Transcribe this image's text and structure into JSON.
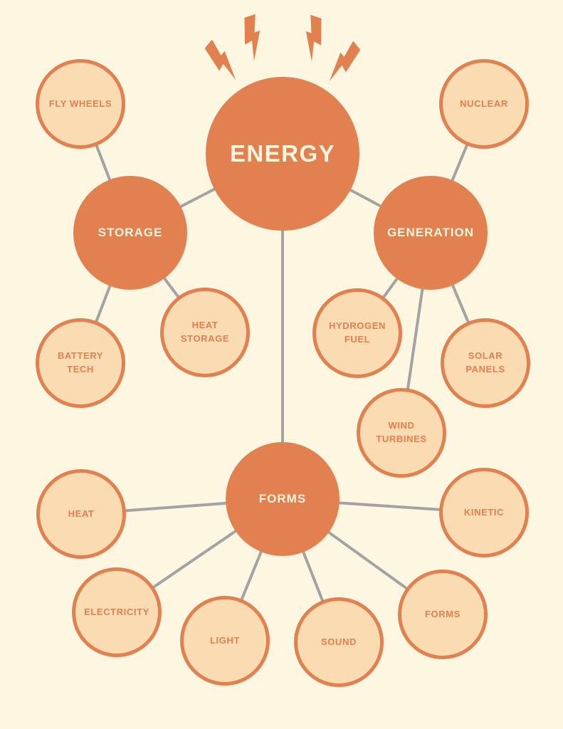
{
  "diagram": {
    "title": "Energy mind map",
    "colors": {
      "background": "#FDF6E0",
      "solid_node_fill": "#E2804F",
      "leaf_node_fill": "#FBDBB2",
      "leaf_node_border": "#E2804F",
      "text_on_solid": "#FCF4DE",
      "text_on_leaf": "#E2804F",
      "connector": "#A3A3A3",
      "spark": "#E2804F"
    },
    "decorations": {
      "spark_icon": "lightning-bolt",
      "spark_count": 4
    }
  },
  "nodes": {
    "energy": {
      "label": "ENERGY",
      "level": "root"
    },
    "storage": {
      "label": "STORAGE",
      "level": "hub"
    },
    "generation": {
      "label": "GENERATION",
      "level": "hub"
    },
    "forms_hub": {
      "label": "FORMS",
      "level": "hub"
    },
    "fly_wheels": {
      "label": "FLY WHEELS",
      "parent": "STORAGE"
    },
    "battery_tech": {
      "label": "BATTERY TECH",
      "parent": "STORAGE"
    },
    "heat_storage": {
      "label": "HEAT STORAGE",
      "parent": "STORAGE"
    },
    "nuclear": {
      "label": "NUCLEAR",
      "parent": "GENERATION"
    },
    "hydrogen_fuel": {
      "label": "HYDROGEN FUEL",
      "parent": "GENERATION"
    },
    "solar_panels": {
      "label": "SOLAR PANELS",
      "parent": "GENERATION"
    },
    "wind_turbines": {
      "label": "WIND TURBINES",
      "parent": "GENERATION"
    },
    "heat": {
      "label": "HEAT",
      "parent": "FORMS"
    },
    "kinetic": {
      "label": "KINETIC",
      "parent": "FORMS"
    },
    "electricity": {
      "label": "ELECTRICITY",
      "parent": "FORMS"
    },
    "light": {
      "label": "LIGHT",
      "parent": "FORMS"
    },
    "sound": {
      "label": "SOUND",
      "parent": "FORMS"
    },
    "forms_child": {
      "label": "FORMS",
      "parent": "FORMS"
    }
  }
}
